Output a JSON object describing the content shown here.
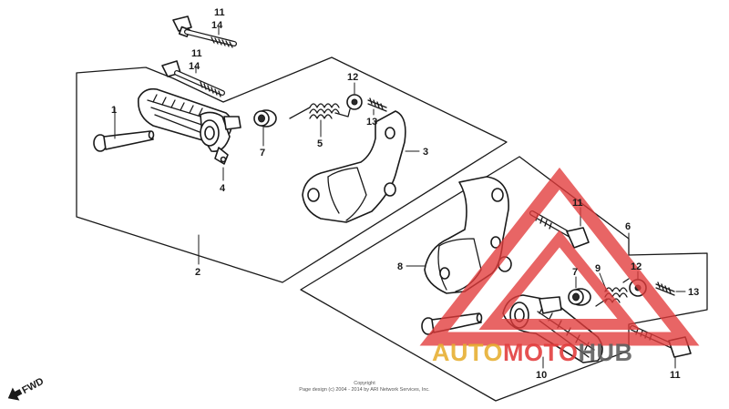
{
  "callouts": {
    "c1": "1",
    "c2": "2",
    "c3": "3",
    "c4": "4",
    "c5": "5",
    "c6": "6",
    "c7": "7",
    "c8": "8",
    "c9": "9",
    "c10": "10",
    "c11": "11",
    "c12": "12",
    "c13": "13",
    "c14": "14"
  },
  "fwd_label": "FWD",
  "copyright": {
    "line1": "Copyright",
    "line2": "Page design (c) 2004 - 2014 by ARI Network Services, Inc."
  },
  "watermark": {
    "part1": "AUTO",
    "part2": "MOTO",
    "part3": "HUB",
    "colors": {
      "red": "#e23a3a",
      "gold": "#e6ae2e",
      "grey": "#5c5c5c"
    }
  }
}
